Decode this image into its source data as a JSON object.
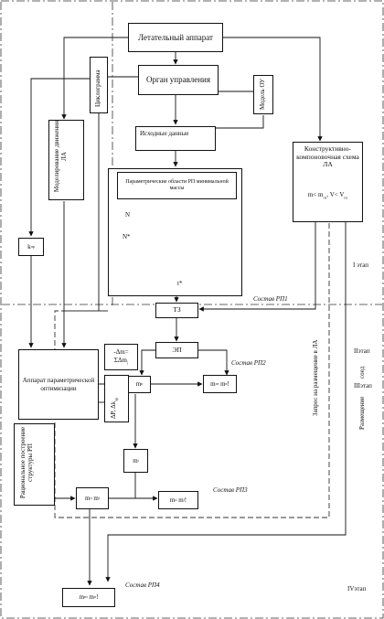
{
  "boxes": {
    "la": "Летательный аппарат",
    "organ": "Орган управления",
    "ishodnye": "Исходные данные",
    "param_oblasti": "Параметрические области РП минимальной массы",
    "konstr": "Конструктивно-компоновочная схема ЛА",
    "konstr_cond_prefix": "m<",
    "konstr_cond_m": "m",
    "konstr_cond_m_sub": "пз",
    "konstr_cond_v": ", V< V",
    "konstr_cond_v_sub": "пз",
    "k_main": "k",
    "k_sub": "пр",
    "tz": "ТЗ",
    "ep": "ЭП",
    "apparat": "Аппарат параметрической оптимизации",
    "delta_m": "-Δm=",
    "sum_dm": "ΣΔm",
    "sum_dm_sub": "i",
    "delta_p": "ΔP, Δk",
    "delta_p_sub": "пр",
    "m_top": "m",
    "m_top_sub": "п",
    "m_top_right": "m",
    "m_top_right_sub": "пз",
    "m_top_right_2": "m",
    "m_top_right_2_sub": "n",
    "m_top_right_sym": "!",
    "m_mid": "m",
    "m_mid_sub": "i",
    "m_left": "m",
    "m_left_sub": "п",
    "m_left_2": "m",
    "m_left_2_sub": "i",
    "m_bottom_mid": "m",
    "m_bottom_mid_sub": "п",
    "m_bottom_mid_2": "m",
    "m_bottom_mid_2_sub": "i",
    "m_bottom_mid_sym": "!",
    "m_final": "m",
    "m_final_sub": "пз",
    "m_final_2": "m",
    "m_final_2_sub": "п",
    "m_final_sym": "!",
    "ciklogramma": "Циклограмма",
    "model_dvizh": "Моделирование движения ЛА",
    "model_ou": "Модель ОУ",
    "racional": "Рациональное построение структуры РП"
  },
  "inner_plot": {
    "y_label": "N",
    "y_marker": "N*",
    "x_marker": "t*"
  },
  "labels": {
    "sostav1": "Состав РП1",
    "sostav2": "Состав РП2",
    "sostav3": "Состав РП3",
    "sostav4": "Состав РП4",
    "etap1": "I этап",
    "etap2": "IIэтап",
    "etap3": "IIIэтап",
    "etap4": "IVэтап",
    "zapros": "Запрос на размещение в ЛА",
    "razmeshenie": "Размещение",
    "soed": "соед"
  }
}
